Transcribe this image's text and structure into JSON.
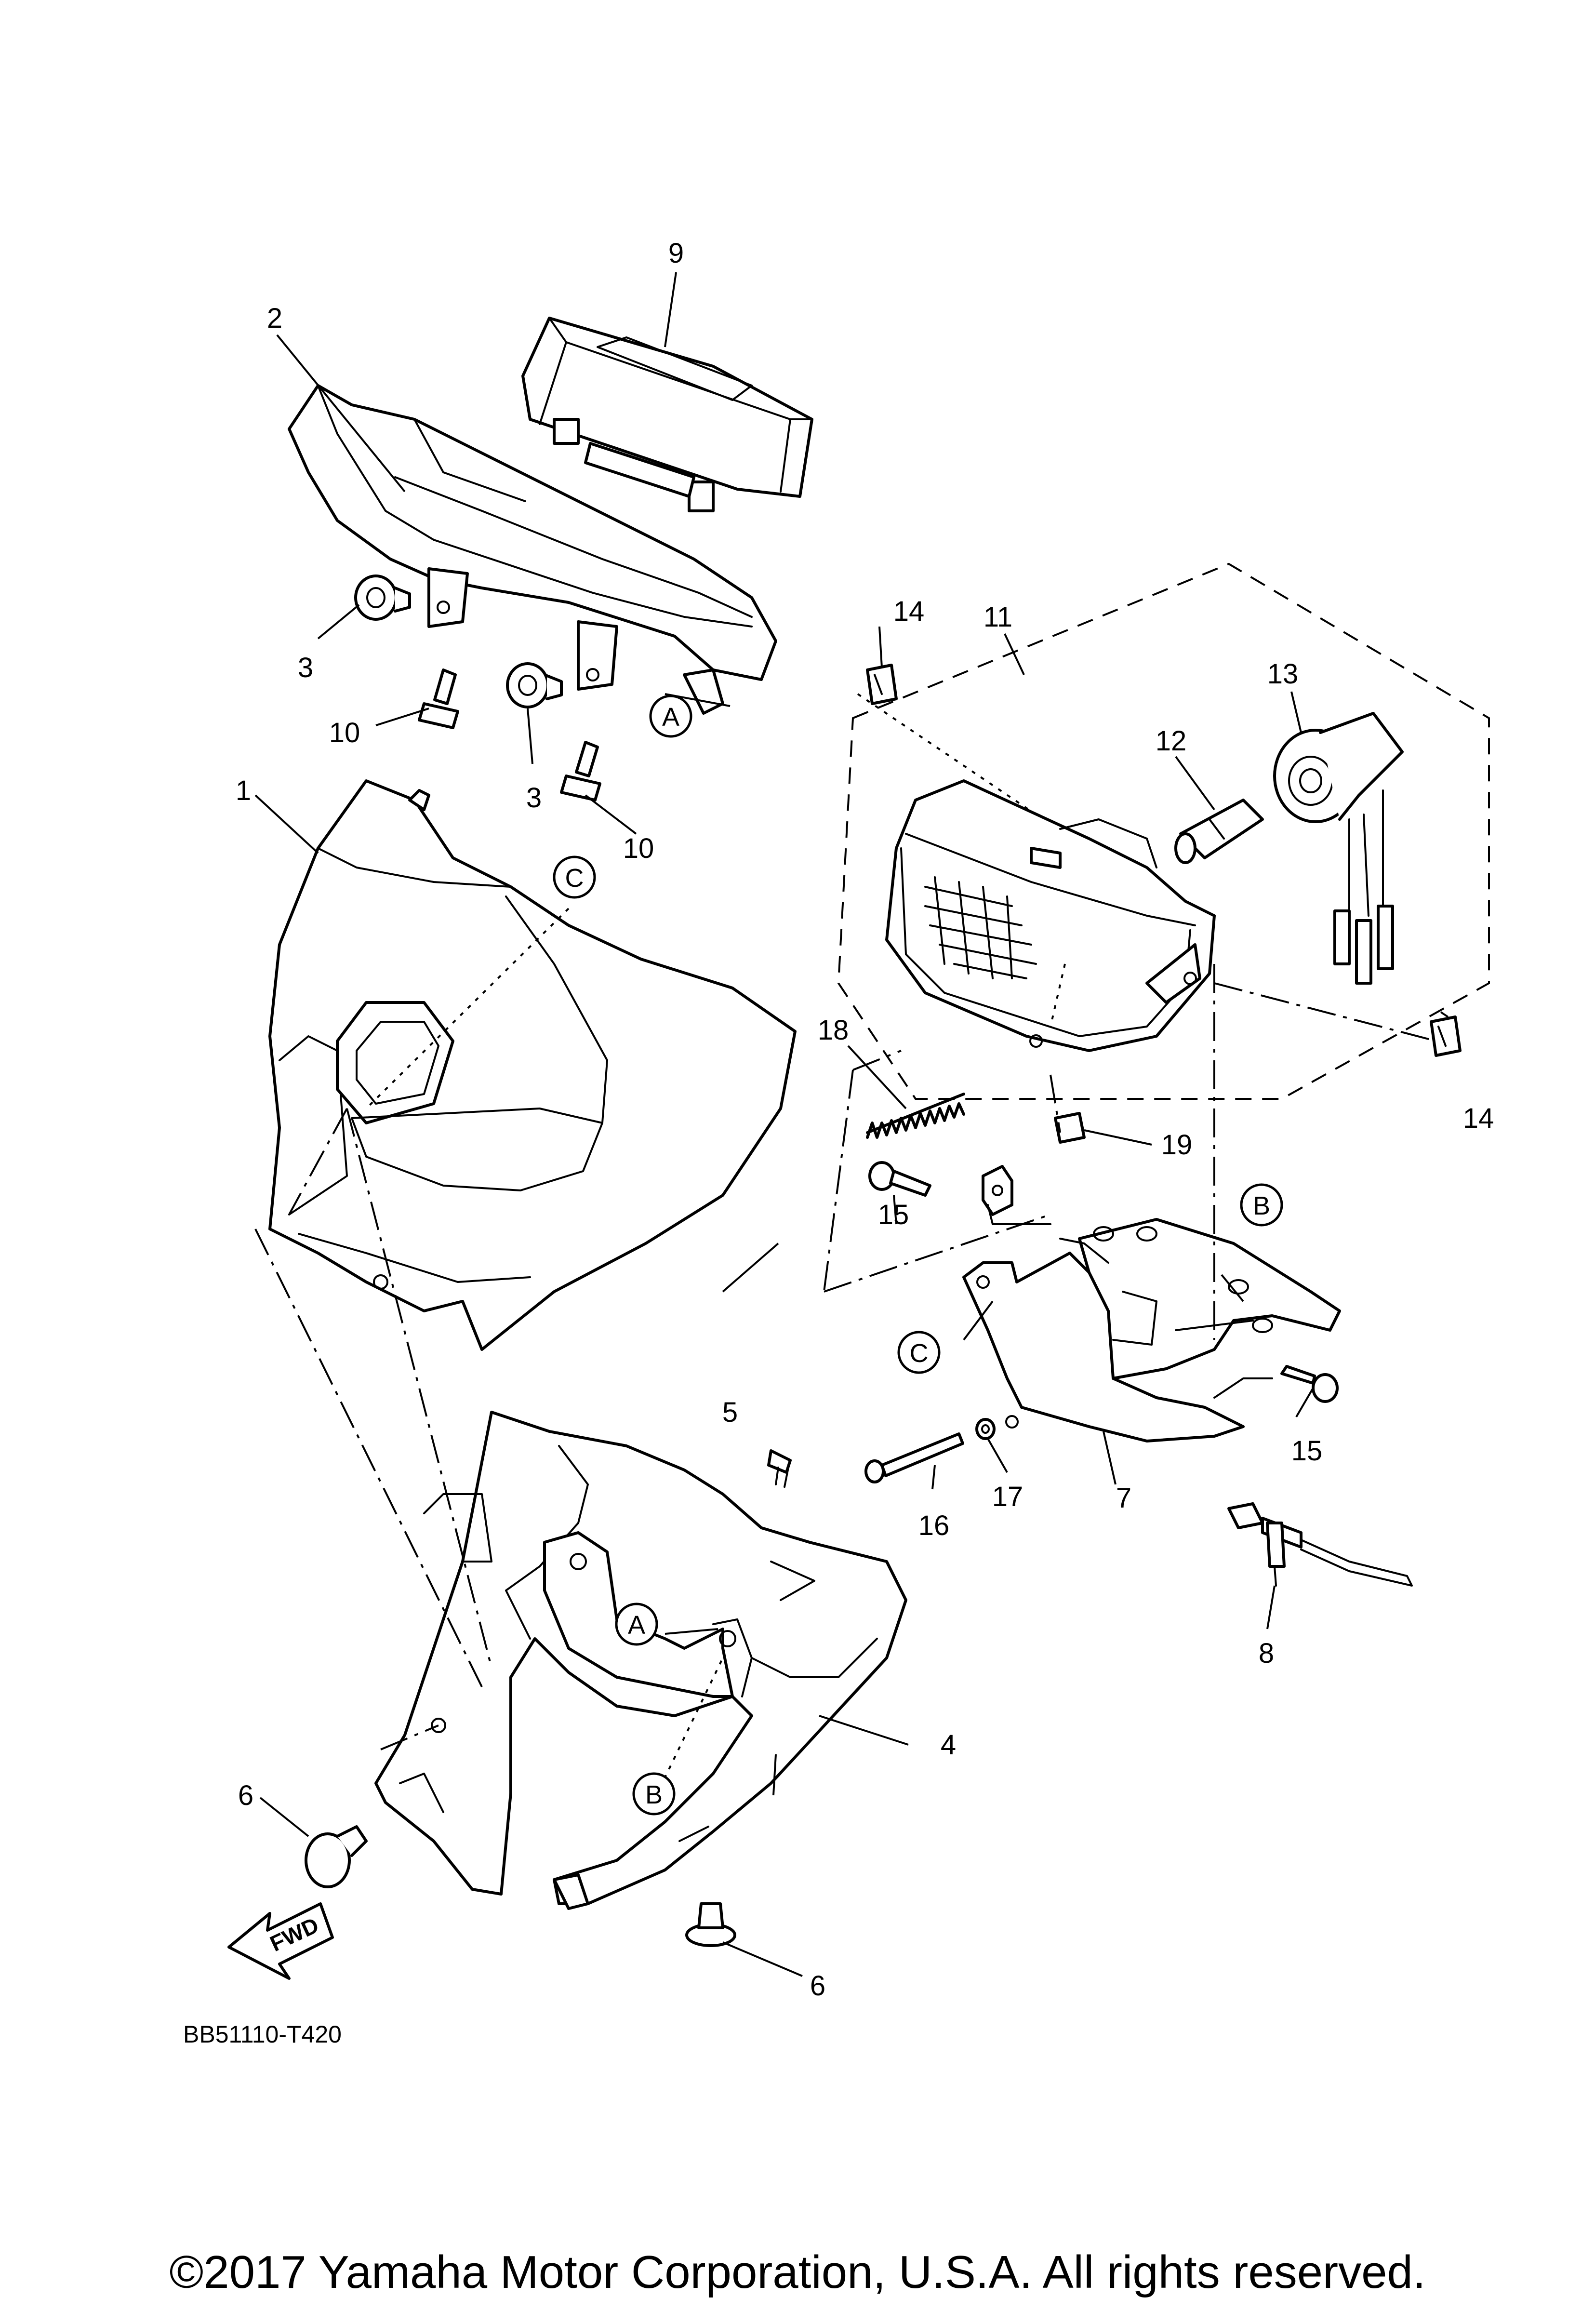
{
  "callouts": {
    "n1": "1",
    "n2": "2",
    "n3a": "3",
    "n3b": "3",
    "n4": "4",
    "n5": "5",
    "n6a": "6",
    "n6b": "6",
    "n7": "7",
    "n8": "8",
    "n9": "9",
    "n10a": "10",
    "n10b": "10",
    "n11": "11",
    "n12": "12",
    "n13": "13",
    "n14a": "14",
    "n14b": "14",
    "n15a": "15",
    "n15b": "15",
    "n16": "16",
    "n17": "17",
    "n18": "18",
    "n19": "19"
  },
  "refs": {
    "a1": "A",
    "a2": "A",
    "b1": "B",
    "b2": "B",
    "c1": "C",
    "c2": "C"
  },
  "fwd_label": "FWD",
  "diagram_code": "BB51110-T420",
  "copyright": "©2017 Yamaha Motor Corporation, U.S.A. All rights reserved."
}
